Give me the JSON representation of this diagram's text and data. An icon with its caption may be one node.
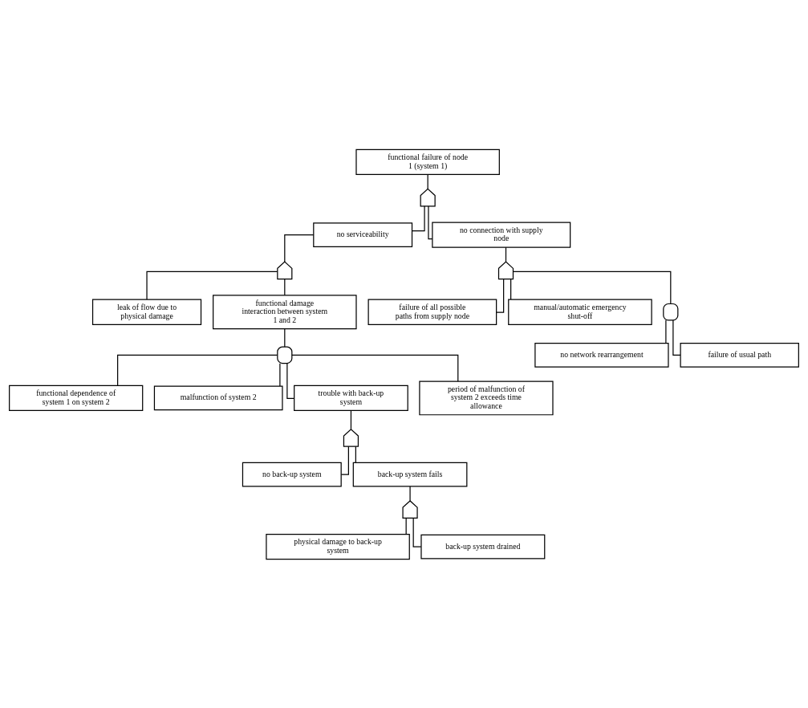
{
  "diagram": {
    "nodes": [
      {
        "text": [
          "functional failure of node 1 (system 1)"
        ]
      },
      {
        "text": [],
        "shape": "bullet"
      },
      {
        "text": [
          "no serviceability"
        ]
      },
      {
        "text": [
          "no connection with supply node"
        ]
      },
      {
        "text": [],
        "shape": "bullet"
      },
      {
        "text": [],
        "shape": "bullet"
      },
      {
        "text": [
          "failure of all possible paths from supply node"
        ]
      },
      {
        "text": [
          "manual/automatic emergency shut-off"
        ]
      },
      {
        "text": [],
        "shape": "dome"
      },
      {
        "text": [
          "leak of flow due to physical damage"
        ]
      },
      {
        "text": [
          "functional damage interaction between system 1 and 2"
        ]
      },
      {
        "text": [
          "no network rearrangement"
        ]
      },
      {
        "text": [
          "failure of usual path"
        ]
      },
      {
        "text": [],
        "shape": "dome"
      },
      {
        "text": [
          "functional dependence of system 1 on system 2"
        ]
      },
      {
        "text": [
          "malfunction of system 2"
        ]
      },
      {
        "text": [
          "trouble with back-up system"
        ]
      },
      {
        "text": [
          "period of malfunction of system 2 exceeds time allowance"
        ]
      },
      {
        "text": [],
        "shape": "bullet"
      },
      {
        "text": [
          "no back-up system"
        ]
      },
      {
        "text": [
          "back-up system fails"
        ]
      },
      {
        "text": [],
        "shape": "bullet"
      },
      {
        "text": [
          "physical damage to back-up system"
        ]
      },
      {
        "text": [
          "back-up system drained"
        ]
      }
    ],
    "edges": [
      {
        "from": 0,
        "to": 1,
        "arrow": "none"
      },
      {
        "from": 1,
        "to": 2,
        "arrow": "none"
      },
      {
        "from": 1,
        "to": 3,
        "arrow": "none"
      },
      {
        "from": 2,
        "to": 4,
        "arrow": "none"
      },
      {
        "from": 3,
        "to": 5,
        "arrow": "none"
      },
      {
        "from": 5,
        "to": 6,
        "arrow": "none"
      },
      {
        "from": 5,
        "to": 7,
        "arrow": "none"
      },
      {
        "from": 5,
        "to": 8,
        "arrow": "none"
      },
      {
        "from": 4,
        "to": 9,
        "arrow": "none"
      },
      {
        "from": 4,
        "to": 10,
        "arrow": "none"
      },
      {
        "from": 8,
        "to": 11,
        "arrow": "none"
      },
      {
        "from": 8,
        "to": 12,
        "arrow": "none"
      },
      {
        "from": 10,
        "to": 13,
        "arrow": "none"
      },
      {
        "from": 13,
        "to": 14,
        "arrow": "none"
      },
      {
        "from": 13,
        "to": 15,
        "arrow": "none"
      },
      {
        "from": 13,
        "to": 16,
        "arrow": "none"
      },
      {
        "from": 13,
        "to": 17,
        "arrow": "none"
      },
      {
        "from": 16,
        "to": 18,
        "arrow": "none"
      },
      {
        "from": 18,
        "to": 19,
        "arrow": "none"
      },
      {
        "from": 18,
        "to": 20,
        "arrow": "none"
      },
      {
        "from": 20,
        "to": 21,
        "arrow": "none"
      },
      {
        "from": 21,
        "to": 22,
        "arrow": "none"
      },
      {
        "from": 21,
        "to": 23,
        "arrow": "none"
      }
    ]
  }
}
